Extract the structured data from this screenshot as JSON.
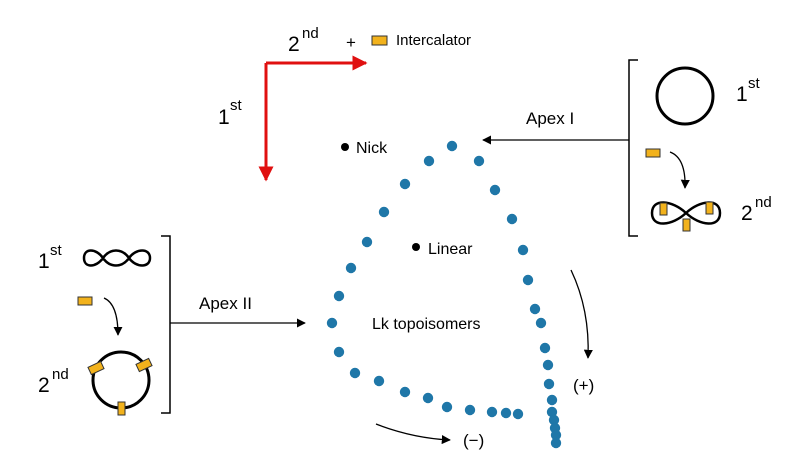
{
  "axes_legend": {
    "first": "1",
    "first_sup": "st",
    "second": "2",
    "second_sup": "nd",
    "plus": "+",
    "intercalator": "Intercalator"
  },
  "apex_one": {
    "label": "Apex I",
    "first": "1",
    "first_sup": "st",
    "second": "2",
    "second_sup": "nd"
  },
  "apex_two": {
    "label": "Apex II",
    "first": "1",
    "first_sup": "st",
    "second": "2",
    "second_sup": "nd"
  },
  "gel": {
    "nick": "Nick",
    "linear": "Linear",
    "topoisomers": "Lk topoisomers",
    "positive": "(+)",
    "negative": "(−)"
  },
  "colors": {
    "spot": "#1f77a8",
    "intercalator": "#f2b21c",
    "axis": "#e01010"
  },
  "icons": [
    "relaxed-circle-icon",
    "supercoiled-icon",
    "intercalator-icon"
  ]
}
